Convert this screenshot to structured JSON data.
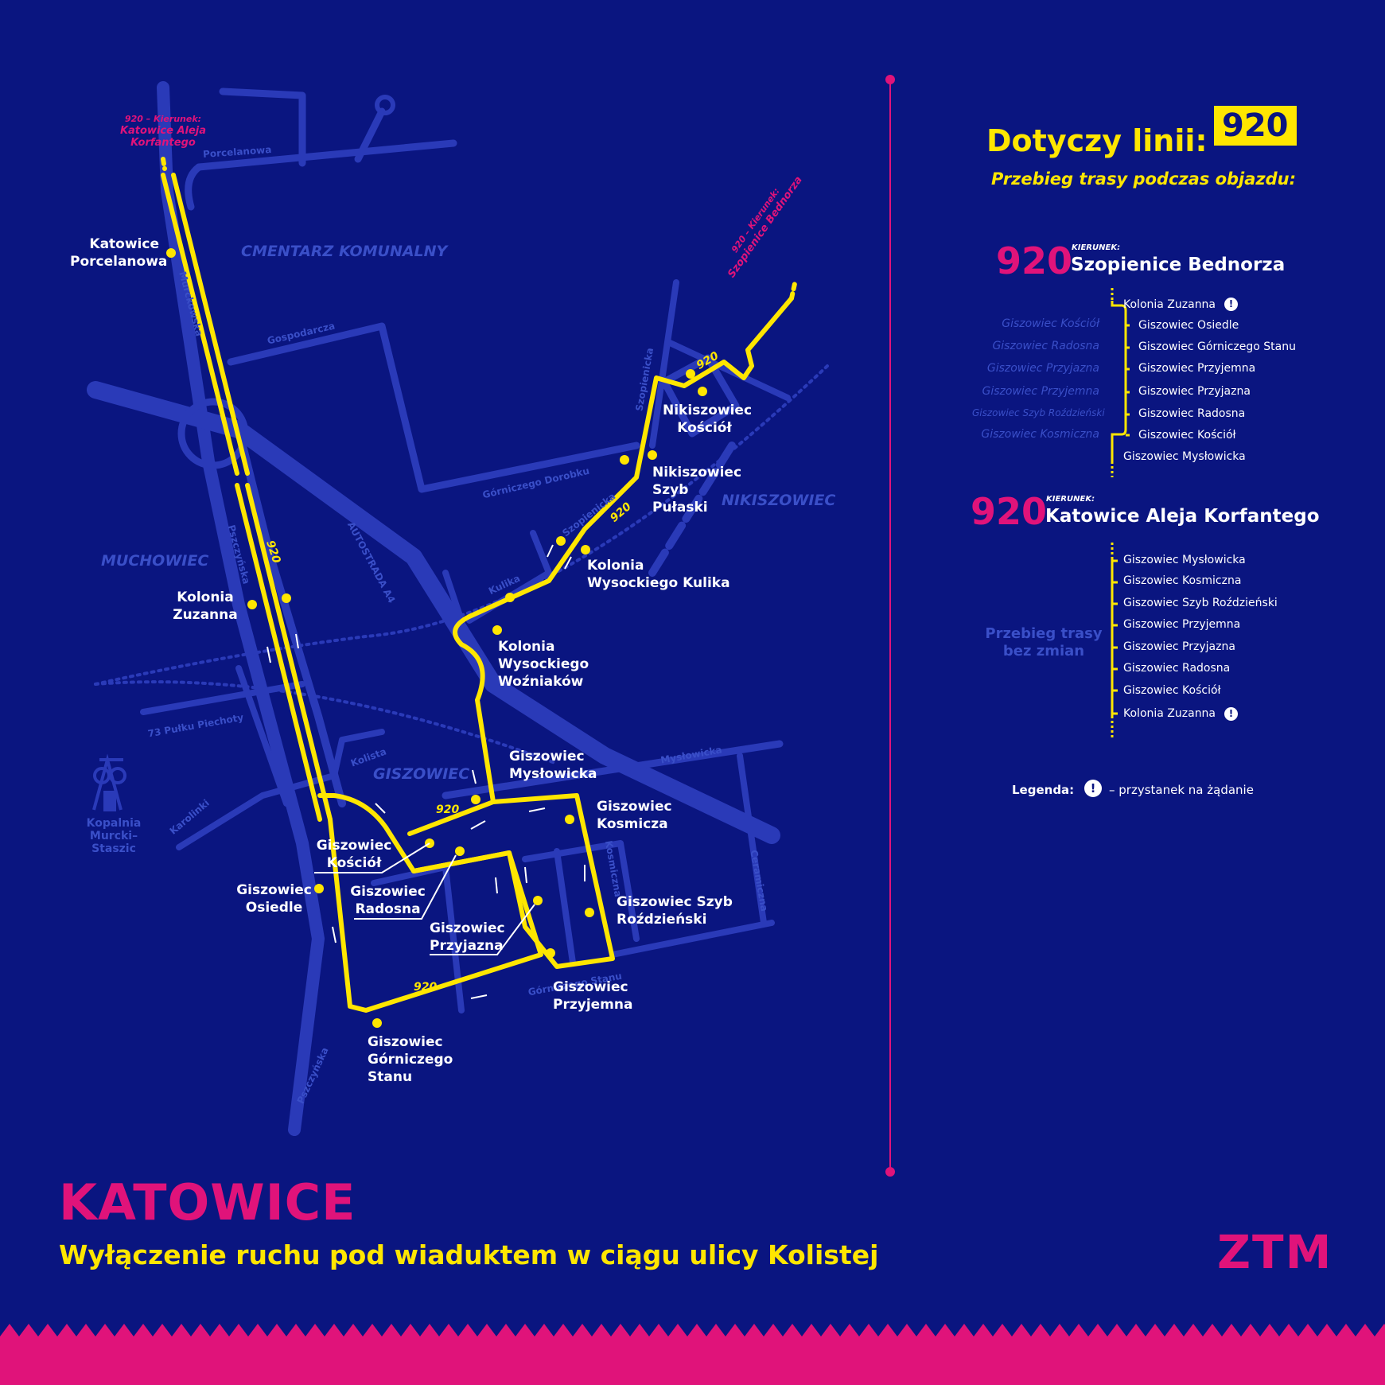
{
  "colors": {
    "background": "#0a1580",
    "streets": "#2a3ab8",
    "route": "#ffe600",
    "accent": "#e0137a",
    "text": "#ffffff"
  },
  "map": {
    "districts": [
      "CMENTARZ KOMUNALNY",
      "MUCHOWIEC",
      "NIKISZOWIEC",
      "GISZOWIEC"
    ],
    "streets": [
      "Porcelanowa",
      "Murckowska",
      "Gospodarcza",
      "Górniczego Dorobku",
      "Szopienicka",
      "Szopienicka",
      "Kulika",
      "AUTOSTRADA A4",
      "Pszczyńska",
      "73 Pułku Piechoty",
      "Kolista",
      "Karolinki",
      "Mysłowicka",
      "Kosmiczna",
      "Ceramiczna",
      "Górniczego Stanu",
      "Pszczyńska"
    ],
    "landmark": "Kopalnia Murcki–Staszic",
    "direction_north": {
      "prefix": "920 – Kierunek:",
      "name": "Katowice Aleja Korfantego"
    },
    "direction_east": {
      "prefix": "920 – Kierunek:",
      "name": "Szopienice Bednorza"
    },
    "line_number": "920",
    "stops": [
      "Katowice Porcelanowa",
      "Nikiszowiec Kościół",
      "Nikiszowiec Szyb Pułaski",
      "Kolonia Wysockiego Kulika",
      "Kolonia Zuzanna",
      "Kolonia Wysockiego Woźniaków",
      "Giszowiec Mysłowicka",
      "Giszowiec Kosmicza",
      "Giszowiec Kościół",
      "Giszowiec Osiedle",
      "Giszowiec Radosna",
      "Giszowiec Przyjazna",
      "Giszowiec Szyb Roździeński",
      "Giszowiec Przyjemna",
      "Giszowiec Górniczego Stanu"
    ]
  },
  "panel": {
    "title": "Dotyczy linii:",
    "line": "920",
    "subtitle": "Przebieg trasy podczas objazdu:",
    "dir_label": "KIERUNEK:",
    "route1": {
      "number": "920",
      "direction": "Szopienice Bednorza",
      "first": "Kolonia Zuzanna",
      "detour": [
        "Giszowiec Osiedle",
        "Giszowiec Górniczego Stanu",
        "Giszowiec Przyjemna",
        "Giszowiec Przyjazna",
        "Giszowiec Radosna",
        "Giszowiec Kościół"
      ],
      "last": "Giszowiec Mysłowicka",
      "original": [
        "Giszowiec Kościół",
        "Giszowiec Radosna",
        "Giszowiec Przyjazna",
        "Giszowiec Przyjemna",
        "Giszowiec Szyb Roździeński",
        "Giszowiec Kosmiczna"
      ]
    },
    "route2": {
      "number": "920",
      "direction": "Katowice Aleja Korfantego",
      "stops": [
        "Giszowiec Mysłowicka",
        "Giszowiec Kosmiczna",
        "Giszowiec Szyb Roździeński",
        "Giszowiec Przyjemna",
        "Giszowiec Przyjazna",
        "Giszowiec Radosna",
        "Giszowiec Kościół",
        "Kolonia Zuzanna"
      ],
      "no_change": "Przebieg trasy bez zmian"
    },
    "legend_label": "Legenda:",
    "legend_icon": "!",
    "legend_text": "– przystanek na żądanie"
  },
  "footer": {
    "city": "KATOWICE",
    "headline": "Wyłączenie ruchu pod wiaduktem w ciągu ulicy Kolistej",
    "logo": "ZTM"
  }
}
